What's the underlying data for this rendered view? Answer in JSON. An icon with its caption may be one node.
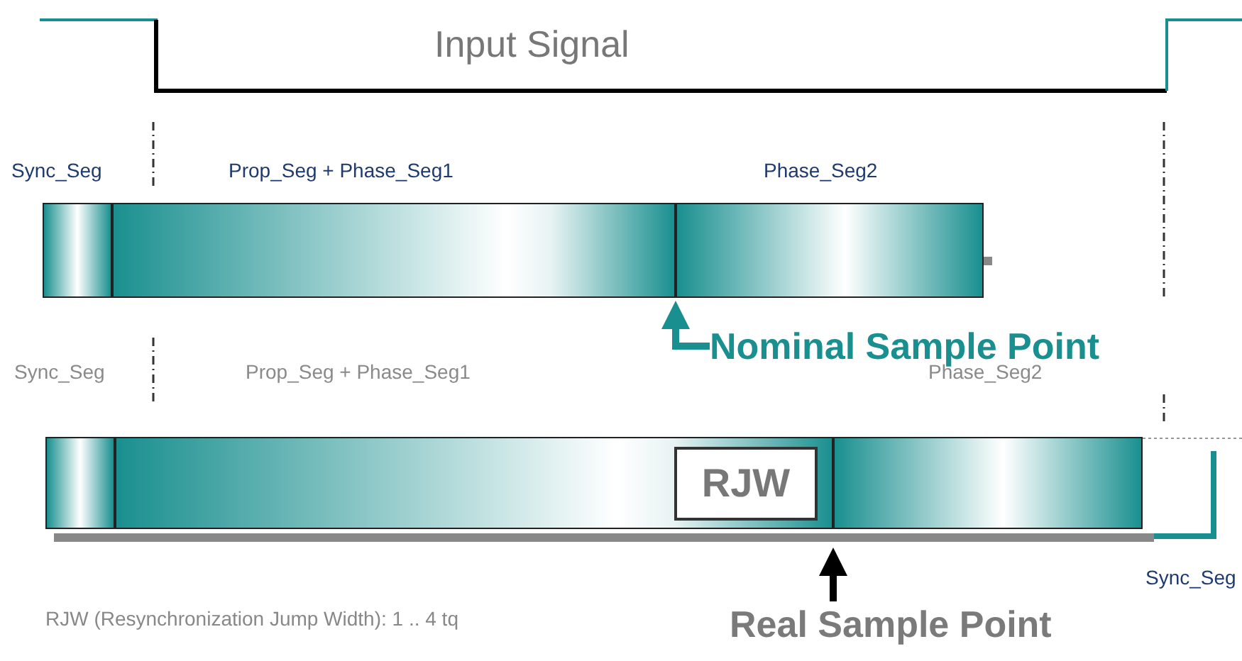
{
  "diagram": {
    "nodes": [
      {
        "text": [
          "Sync_Seg"
        ]
      },
      {
        "text": [
          "Prop_Seg + Phase_Seg1"
        ]
      },
      {
        "text": [
          "Phase_Seg2"
        ]
      },
      {
        "text": [
          "Nominal Sample Point"
        ]
      },
      {
        "text": [
          "Sync_Seg"
        ]
      },
      {
        "text": [
          "Prop_Seg + Phase_Seg1"
        ]
      },
      {
        "text": [
          "RJW"
        ],
        "in": 5
      },
      {
        "text": [
          "Phase_Seg2"
        ]
      },
      {
        "text": [
          "Sync_Seg"
        ]
      },
      {
        "text": [
          "Real Sample Point"
        ]
      }
    ],
    "edges": [
      {
        "from": 3,
        "to": null,
        "arrow": "to",
        "color": "#1a8f8f"
      },
      {
        "from": 9,
        "to": null,
        "arrow": "to",
        "color": "#000000"
      }
    ],
    "labels": [
      "Input Signal",
      "RJW (Resynchronization Jump Width): 1 .. 4 tq"
    ]
  }
}
